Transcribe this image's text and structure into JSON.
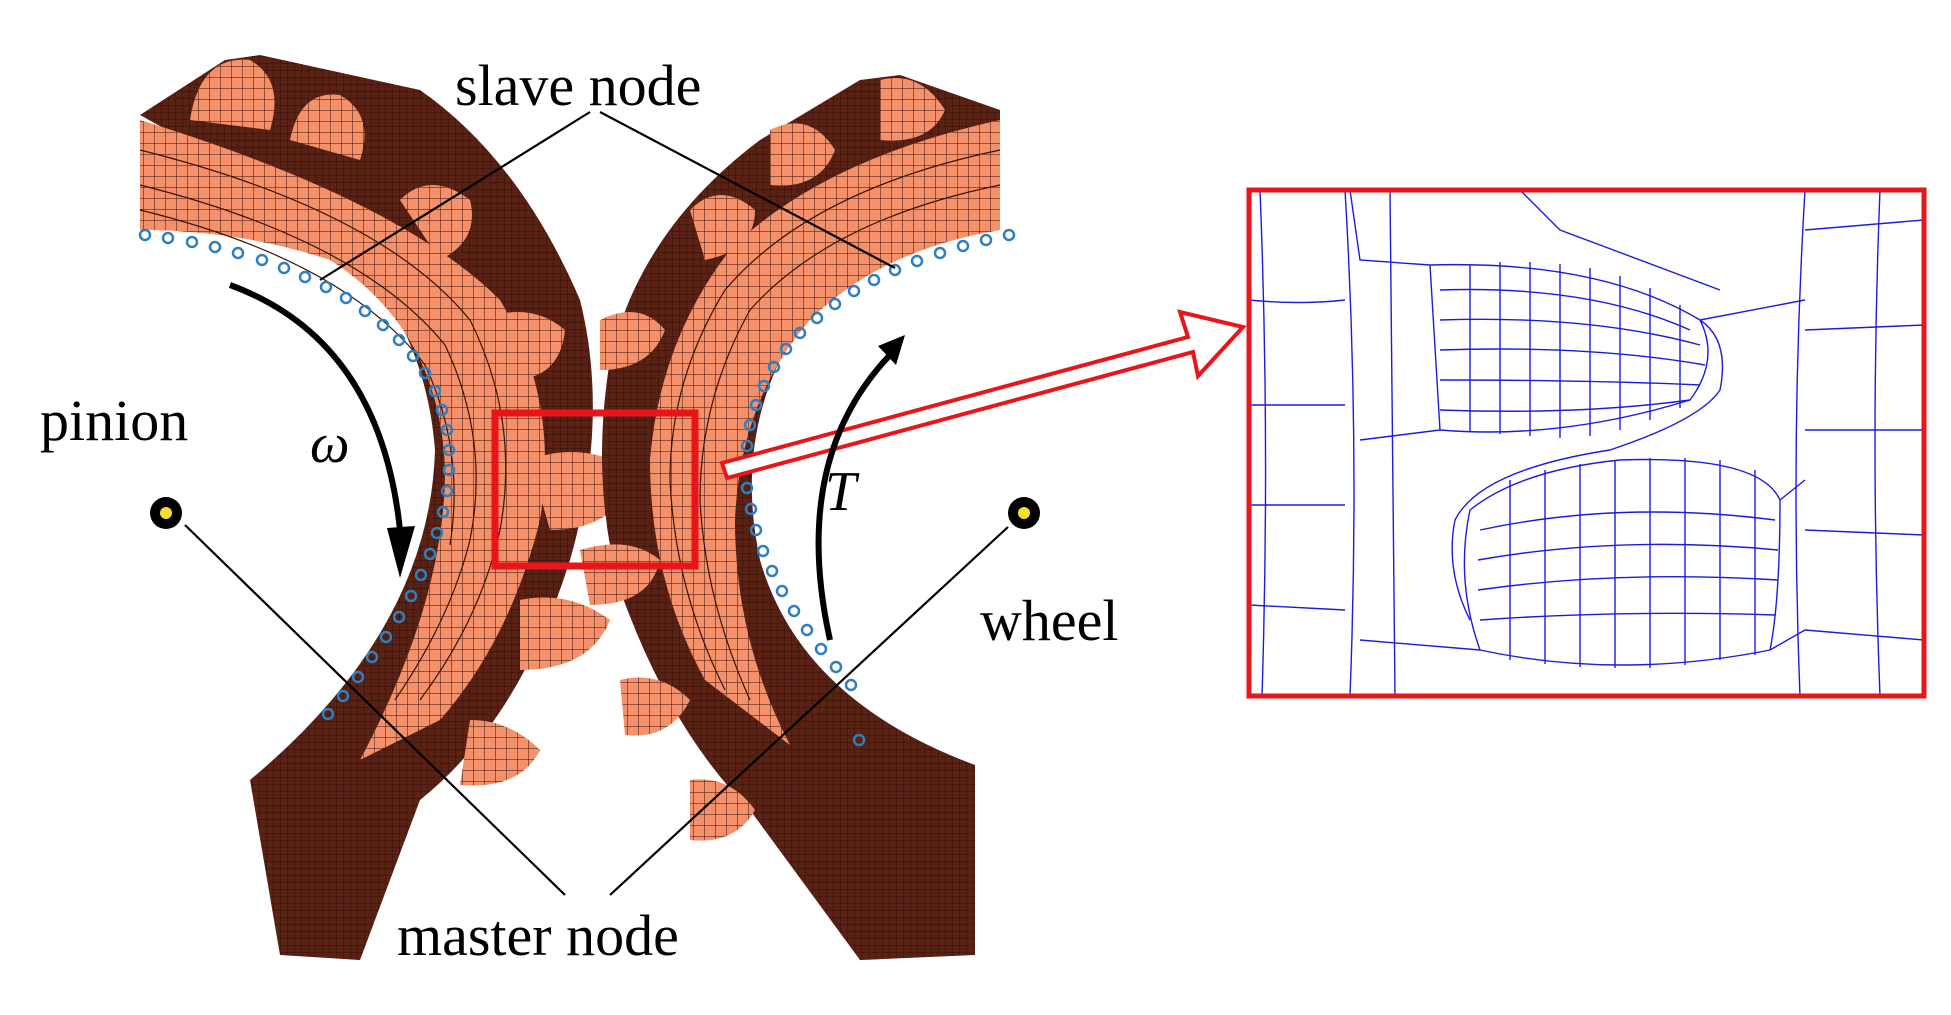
{
  "labels": {
    "slave_node": "slave node",
    "master_node": "master node",
    "pinion": "pinion",
    "wheel": "wheel",
    "omega": "ω",
    "torque": "T"
  },
  "colors": {
    "gear_light": "#F4906A",
    "gear_dark": "#4A1A10",
    "mesh_line": "#3A1208",
    "node_marker": "#2E7FC1",
    "zoom_frame": "#E8161B",
    "zoom_mesh": "#1C1CE0",
    "hub_center": "#F2E12A"
  },
  "icons": {
    "arrow_rotation": "curved-arrow-icon",
    "zoom_arrow": "hollow-arrow-icon"
  }
}
